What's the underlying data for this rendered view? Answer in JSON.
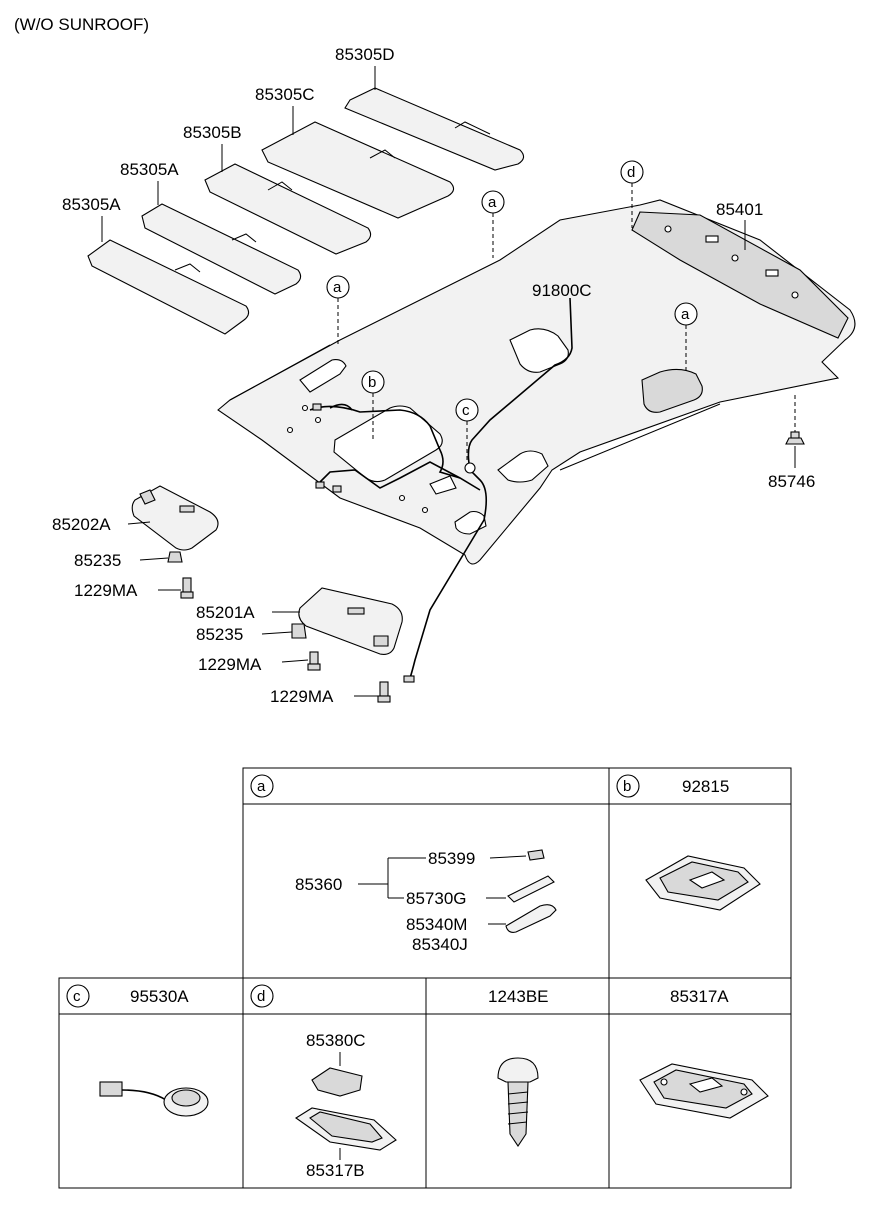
{
  "header": {
    "title": "(W/O SUNROOF)"
  },
  "parts": {
    "pad_d": "85305D",
    "pad_c": "85305C",
    "pad_b": "85305B",
    "pad_a1": "85305A",
    "pad_a2": "85305A",
    "headlining": "85401",
    "wiring": "91800C",
    "clip": "85746",
    "visor_rh": "85202A",
    "retainer_rh": "85235",
    "screw_rh": "1229MA",
    "visor_lh": "85201A",
    "retainer_lh": "85235",
    "screw_lh1": "1229MA",
    "screw_lh2": "1229MA"
  },
  "callouts": {
    "a": "a",
    "b": "b",
    "c": "c",
    "d": "d"
  },
  "table": {
    "cell_a": {
      "key": "a",
      "group": "85360",
      "items": [
        "85399",
        "85730G",
        "85340M",
        "85340J"
      ]
    },
    "cell_b": {
      "key": "b",
      "part": "92815"
    },
    "cell_c": {
      "key": "c",
      "part": "95530A"
    },
    "cell_d": {
      "key": "d",
      "items": [
        "85380C",
        "85317B"
      ]
    },
    "cell_e": {
      "part": "1243BE"
    },
    "cell_f": {
      "part": "85317A"
    }
  }
}
